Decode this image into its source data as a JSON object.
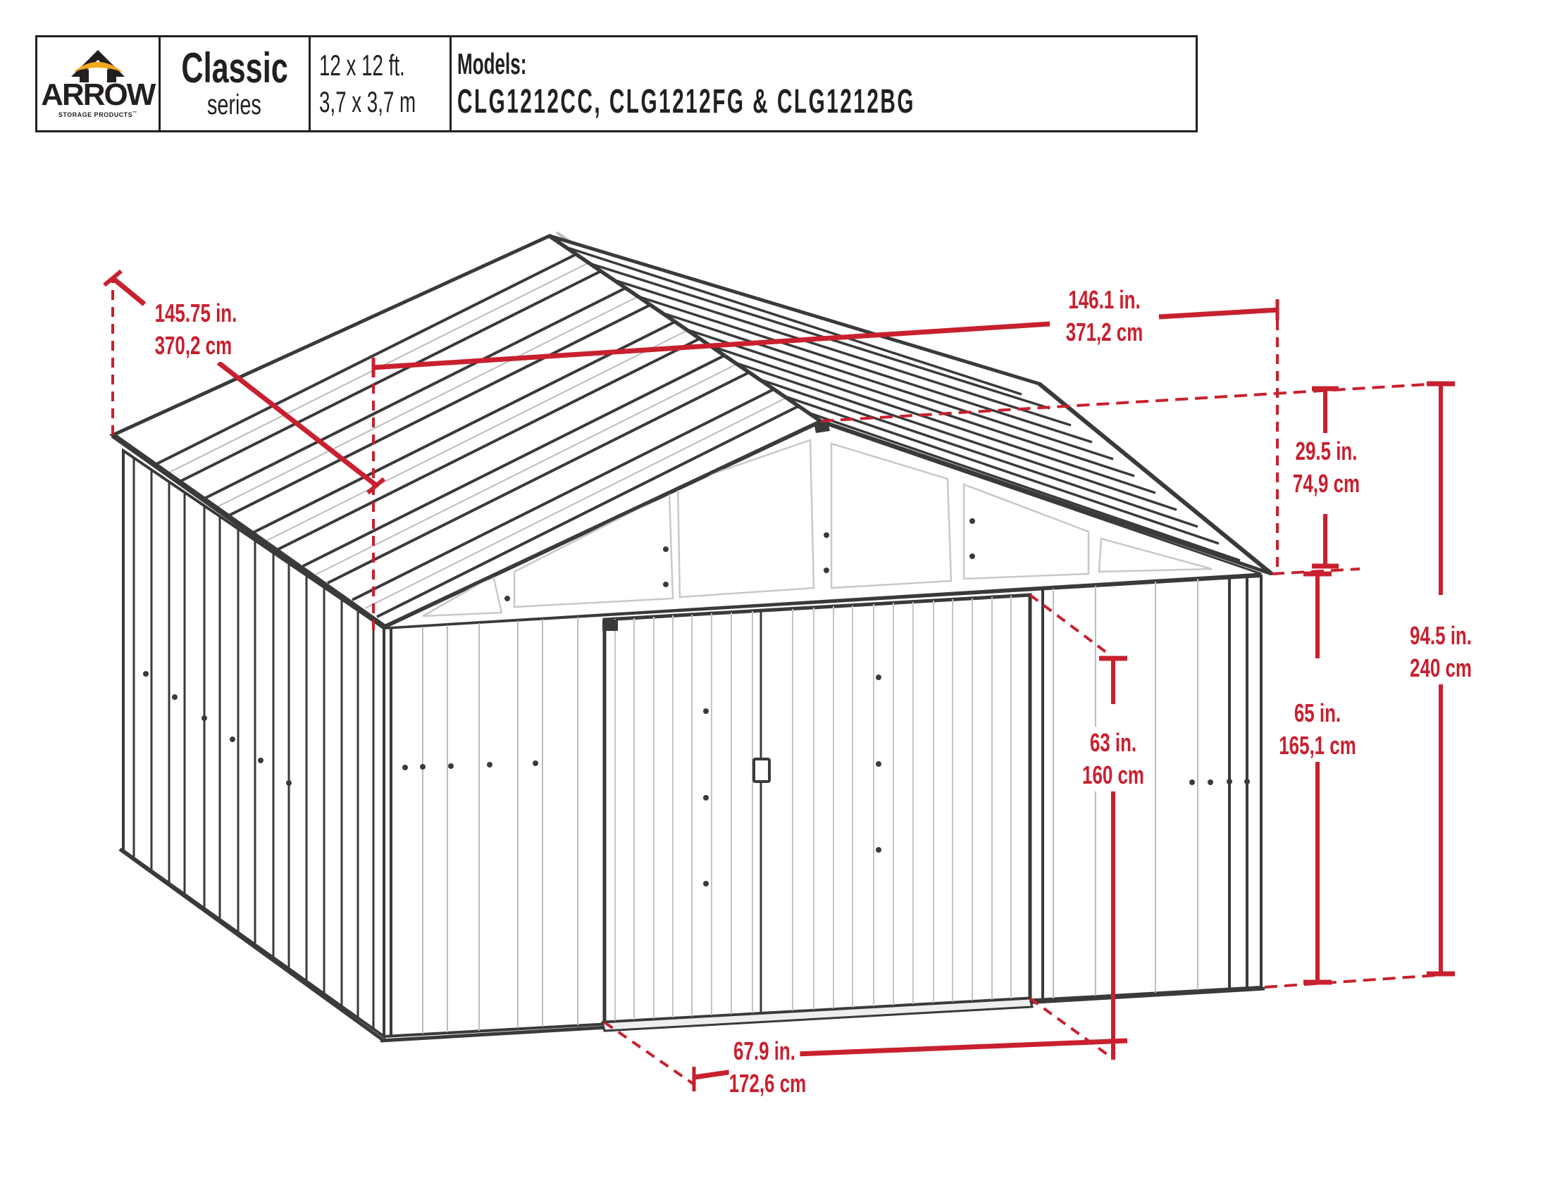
{
  "header": {
    "brand": {
      "name": "ARROW",
      "tagline": "STORAGE PRODUCTS",
      "trademark": "™",
      "roof_color": "#231f20",
      "arc_color": "#f4a81d"
    },
    "series": {
      "title": "Classic",
      "subtitle": "series"
    },
    "size": {
      "imperial": "12 x 12 ft.",
      "metric": "3,7 x 3,7 m"
    },
    "models": {
      "label": "Models:",
      "list": "CLG1212CC, CLG1212FG & CLG1212BG"
    }
  },
  "diagram": {
    "subject": "Arrow Classic 12x12 steel storage shed with double doors",
    "line_color": "#3a3a3a",
    "dimension_color": "#c8202e",
    "dimensions": {
      "depth": {
        "imperial": "145.75 in.",
        "metric": "370,2 cm"
      },
      "width": {
        "imperial": "146.1 in.",
        "metric": "371,2 cm"
      },
      "gable_height": {
        "imperial": "29.5 in.",
        "metric": "74,9 cm"
      },
      "overall_height": {
        "imperial": "94.5 in.",
        "metric": "240 cm"
      },
      "wall_height": {
        "imperial": "65 in.",
        "metric": "165,1 cm"
      },
      "door_height": {
        "imperial": "63 in.",
        "metric": "160 cm"
      },
      "door_width": {
        "imperial": "67.9 in.",
        "metric": "172,6 cm"
      }
    }
  }
}
